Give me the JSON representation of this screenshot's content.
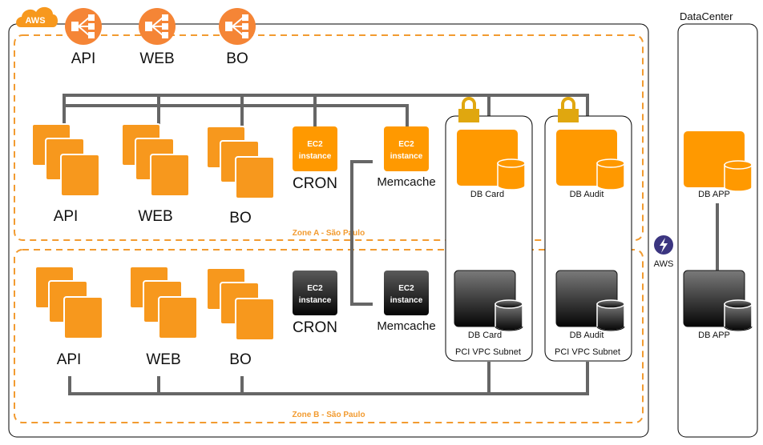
{
  "colors": {
    "aws_orange": "#f7981d",
    "db_orange": "#ff9900",
    "lb_orange": "#f58536",
    "zone_border": "#f29b30",
    "wire": "#666666",
    "lock": "#e0a70f",
    "direct_connect": "#3b3580",
    "dark_instance": "#1a1a1a"
  },
  "aws_cloud": {
    "badge_label": "AWS"
  },
  "load_balancers": [
    {
      "label": "API",
      "icon": "elastic-load-balancer-icon"
    },
    {
      "label": "WEB",
      "icon": "elastic-load-balancer-icon"
    },
    {
      "label": "BO",
      "icon": "elastic-load-balancer-icon"
    }
  ],
  "zones": [
    {
      "name": "Zone A - São Paulo",
      "autoscaling_groups": [
        {
          "label": "API",
          "icon": "ec2-instances-icon"
        },
        {
          "label": "WEB",
          "icon": "ec2-instances-icon"
        },
        {
          "label": "BO",
          "icon": "ec2-instances-icon"
        }
      ],
      "ec2_instances": [
        {
          "line1": "EC2",
          "line2": "instance",
          "label": "CRON"
        },
        {
          "line1": "EC2",
          "line2": "instance",
          "label": "Memcache"
        }
      ],
      "databases": [
        {
          "label": "DB Card",
          "icon": "rds-db-icon"
        },
        {
          "label": "DB Audit",
          "icon": "rds-db-icon"
        }
      ]
    },
    {
      "name": "Zone B - São Paulo",
      "autoscaling_groups": [
        {
          "label": "API",
          "icon": "ec2-instances-icon"
        },
        {
          "label": "WEB",
          "icon": "ec2-instances-icon"
        },
        {
          "label": "BO",
          "icon": "ec2-instances-icon"
        }
      ],
      "ec2_instances": [
        {
          "line1": "EC2",
          "line2": "instance",
          "label": "CRON"
        },
        {
          "line1": "EC2",
          "line2": "instance",
          "label": "Memcache"
        }
      ],
      "databases": [
        {
          "label": "DB Card",
          "icon": "rds-db-icon"
        },
        {
          "label": "DB Audit",
          "icon": "rds-db-icon"
        }
      ]
    }
  ],
  "subnets": [
    {
      "label": "PCI VPC Subnet",
      "icon": "lock-icon"
    },
    {
      "label": "PCI VPC Subnet",
      "icon": "lock-icon"
    }
  ],
  "direct_connect": {
    "label": "AWS",
    "icon": "direct-connect-icon"
  },
  "datacenter": {
    "title": "DataCenter",
    "databases": [
      {
        "label": "DB APP",
        "style": "primary"
      },
      {
        "label": "DB APP",
        "style": "replica"
      }
    ]
  }
}
